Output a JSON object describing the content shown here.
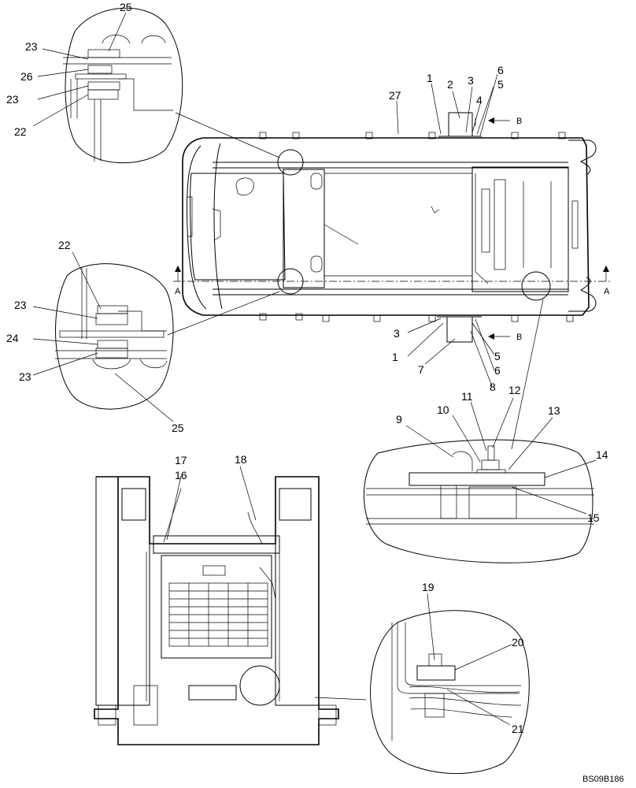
{
  "figure_id": "BS09B186",
  "callouts": {
    "c1": "1",
    "c2": "2",
    "c3": "3",
    "c4": "4",
    "c5": "5",
    "c6": "6",
    "c7": "7",
    "c8": "8",
    "c9": "9",
    "c10": "10",
    "c11": "11",
    "c12": "12",
    "c13": "13",
    "c14": "14",
    "c15": "15",
    "c16": "16",
    "c17": "17",
    "c18": "18",
    "c19": "19",
    "c20": "20",
    "c21": "21",
    "c22": "22",
    "c23": "23",
    "c24": "24",
    "c25": "25",
    "c26": "26",
    "c27": "27"
  },
  "section_marks": {
    "a": "A",
    "b": "B"
  }
}
